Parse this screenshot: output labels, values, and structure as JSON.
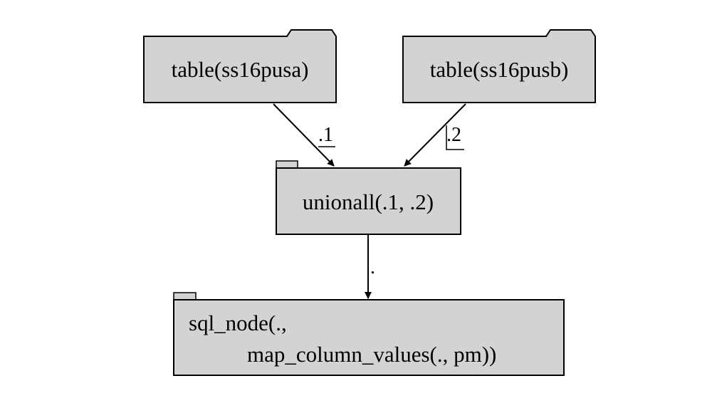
{
  "diagram": {
    "nodes": {
      "table_a": {
        "label": "table(ss16pusa)"
      },
      "table_b": {
        "label": "table(ss16pusb)"
      },
      "union": {
        "label": "unionall(.1, .2)"
      },
      "sql": {
        "line1": "sql_node(.,",
        "line2": "map_column_values(., pm))"
      }
    },
    "edges": {
      "a_to_union": {
        "label": ".1"
      },
      "b_to_union": {
        "label": ".2"
      },
      "union_to_sql": {
        "label": "."
      }
    },
    "colors": {
      "node_fill": "#d3d3d3",
      "stroke": "#000000",
      "background": "#ffffff"
    }
  }
}
